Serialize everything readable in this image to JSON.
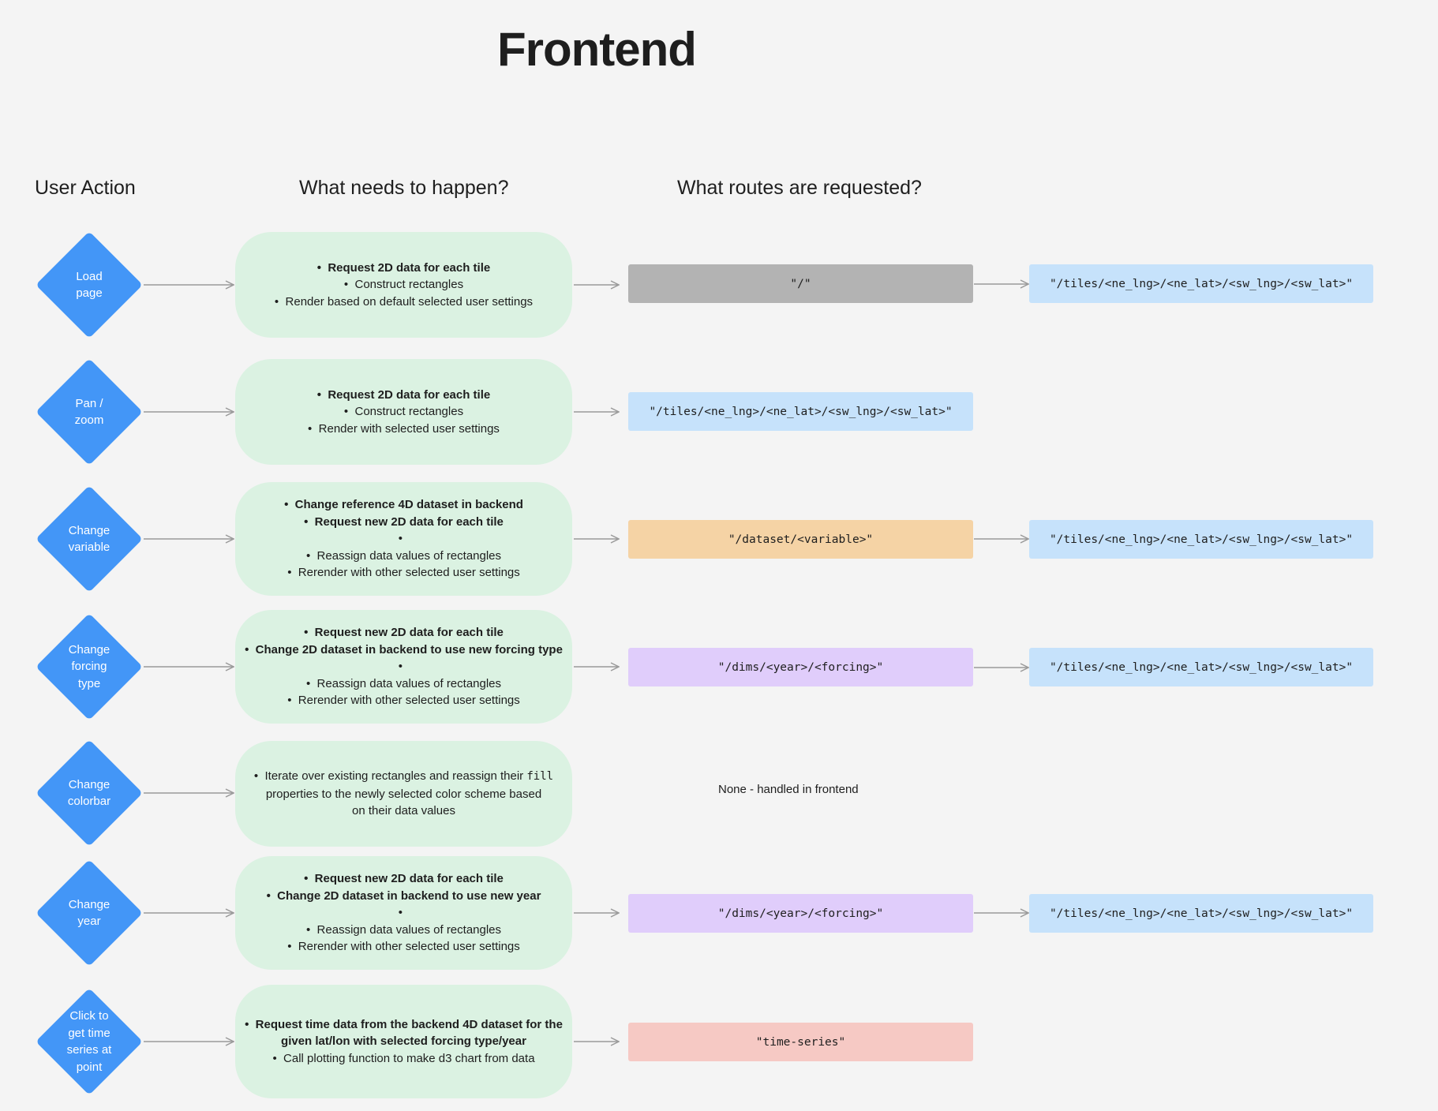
{
  "title": "Frontend",
  "columns": {
    "user_action": "User Action",
    "what_happens": "What needs to happen?",
    "routes": "What routes are requested?"
  },
  "colors": {
    "diamond": "#4396f7",
    "process_box": "#dbf2e2",
    "route_root": "#b3b3b3",
    "route_tiles": "#c6e2fb",
    "route_dataset": "#f5d3a5",
    "route_dims": "#e0cdfb",
    "route_time_series": "#f6c9c4"
  },
  "rows": [
    {
      "action": "Load\npage",
      "steps": [
        {
          "text": "Request 2D data for each tile",
          "bold": true
        },
        {
          "text": "Construct rectangles",
          "bold": false
        },
        {
          "text": "Render based on default selected user settings",
          "bold": false
        }
      ],
      "route1": "\"/\"",
      "route2": "\"/tiles/<ne_lng>/<ne_lat>/<sw_lng>/<sw_lat>\""
    },
    {
      "action": "Pan /\nzoom",
      "steps": [
        {
          "text": "Request 2D data for each tile",
          "bold": true
        },
        {
          "text": "Construct rectangles",
          "bold": false
        },
        {
          "text": "Render with selected user settings",
          "bold": false
        }
      ],
      "route1": "\"/tiles/<ne_lng>/<ne_lat>/<sw_lng>/<sw_lat>\""
    },
    {
      "action": "Change\nvariable",
      "steps": [
        {
          "text": "Change reference 4D dataset in backend",
          "bold": true
        },
        {
          "text": "Request new 2D data for each tile",
          "bold": true
        },
        {
          "text": "Reassign data values of rectangles",
          "bold": false
        },
        {
          "text": "Rerender with other selected user settings",
          "bold": false
        }
      ],
      "route1": "\"/dataset/<variable>\"",
      "route2": "\"/tiles/<ne_lng>/<ne_lat>/<sw_lng>/<sw_lat>\""
    },
    {
      "action": "Change\nforcing\ntype",
      "steps": [
        {
          "text": "Request new 2D data for each tile",
          "bold": true
        },
        {
          "text": "Change 2D dataset in backend to use new forcing type",
          "bold": true
        },
        {
          "text": "Reassign data values of rectangles",
          "bold": false
        },
        {
          "text": "Rerender with other selected user settings",
          "bold": false
        }
      ],
      "route1": "\"/dims/<year>/<forcing>\"",
      "route2": "\"/tiles/<ne_lng>/<ne_lat>/<sw_lng>/<sw_lat>\""
    },
    {
      "action": "Change\ncolorbar",
      "steps_a": "Iterate over existing rectangles and reassign their ",
      "steps_code": "fill",
      "steps_b": "properties to the newly selected color scheme based",
      "steps_c": "on their data values",
      "note": "None - handled in frontend"
    },
    {
      "action": "Change\nyear",
      "steps": [
        {
          "text": "Request new 2D data for each tile",
          "bold": true
        },
        {
          "text": "Change 2D dataset in backend to use new year",
          "bold": true
        },
        {
          "text": "Reassign data values of rectangles",
          "bold": false
        },
        {
          "text": "Rerender with other selected user settings",
          "bold": false
        }
      ],
      "route1": "\"/dims/<year>/<forcing>\"",
      "route2": "\"/tiles/<ne_lng>/<ne_lat>/<sw_lng>/<sw_lat>\""
    },
    {
      "action": "Click to\nget time\nseries at\npoint",
      "steps_l1": "Request time data from the backend 4D dataset for the",
      "steps_l2": "given lat/lon with selected forcing type/year",
      "steps_l3": "Call plotting function to make d3 chart from data",
      "route1": "\"time-series\""
    }
  ]
}
